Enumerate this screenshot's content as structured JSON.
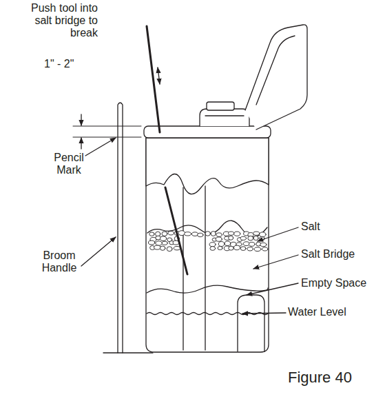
{
  "diagram": {
    "caption": "Figure 40",
    "labels": [
      "Push tool into salt bridge to break",
      "1\" - 2\"",
      "Pencil Mark",
      "Broom Handle",
      "Salt",
      "Salt Bridge",
      "Empty Space",
      "Water Level"
    ]
  }
}
